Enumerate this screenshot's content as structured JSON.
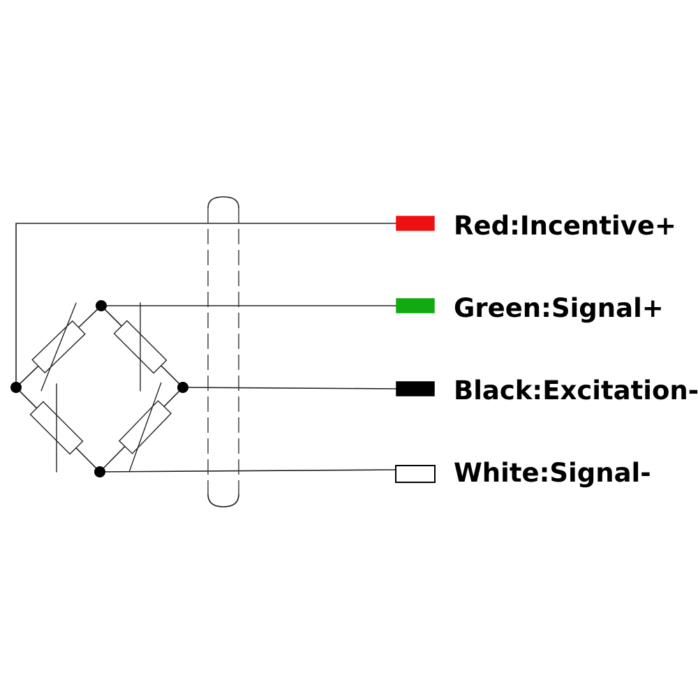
{
  "wires": [
    {
      "id": "red",
      "label": "Red:Incentive+",
      "color": "#ee1111"
    },
    {
      "id": "green",
      "label": "Green:Signal+",
      "color": "#11aa11"
    },
    {
      "id": "black",
      "label": "Black:Excitation-",
      "color": "#000000"
    },
    {
      "id": "white",
      "label": "White:Signal-",
      "color": "#ffffff"
    }
  ]
}
